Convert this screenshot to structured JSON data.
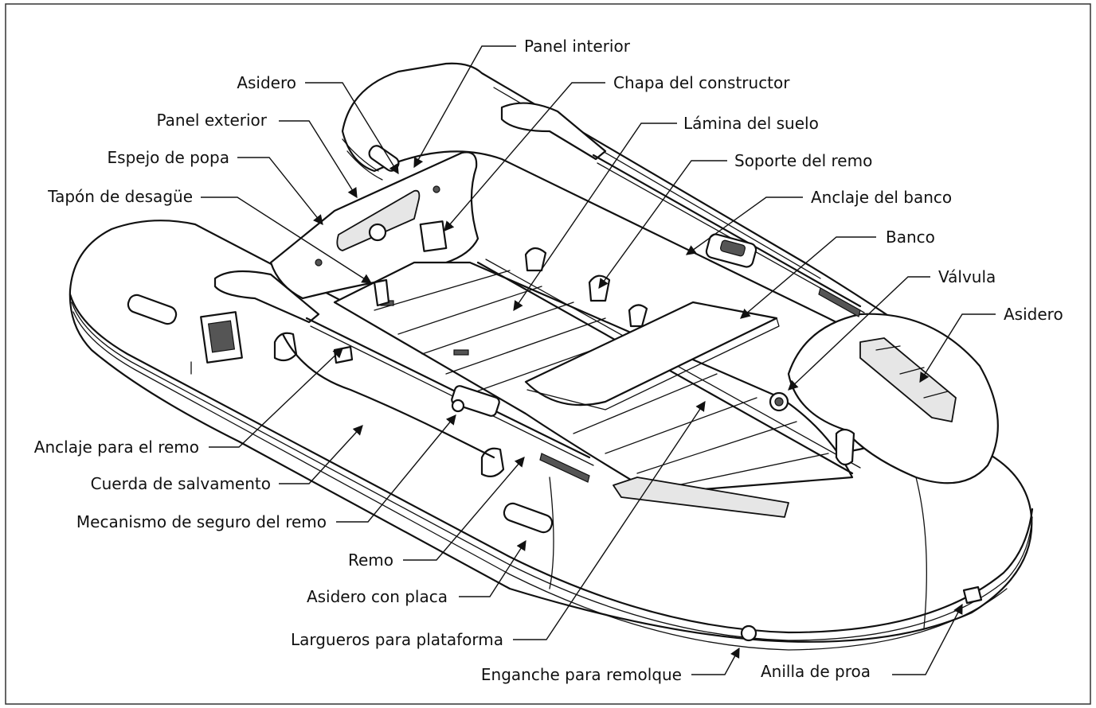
{
  "labels": {
    "panel_interior": "Panel interior",
    "asidero_stern": "Asidero",
    "chapa_constructor": "Chapa del constructor",
    "panel_exterior": "Panel exterior",
    "lamina_suelo": "Lámina del suelo",
    "espejo_popa": "Espejo de popa",
    "soporte_remo": "Soporte del remo",
    "tapon_desague": "Tapón de desagüe",
    "anclaje_banco": "Anclaje del banco",
    "banco": "Banco",
    "valvula": "Válvula",
    "asidero_bow": "Asidero",
    "anclaje_remo": "Anclaje para el remo",
    "cuerda_salvamento": "Cuerda de salvamento",
    "mecanismo_seguro": "Mecanismo de seguro del remo",
    "remo": "Remo",
    "asidero_placa": "Asidero con placa",
    "largueros": "Largueros para plataforma",
    "enganche": "Enganche para remolque",
    "anilla_proa": "Anilla de proa"
  }
}
